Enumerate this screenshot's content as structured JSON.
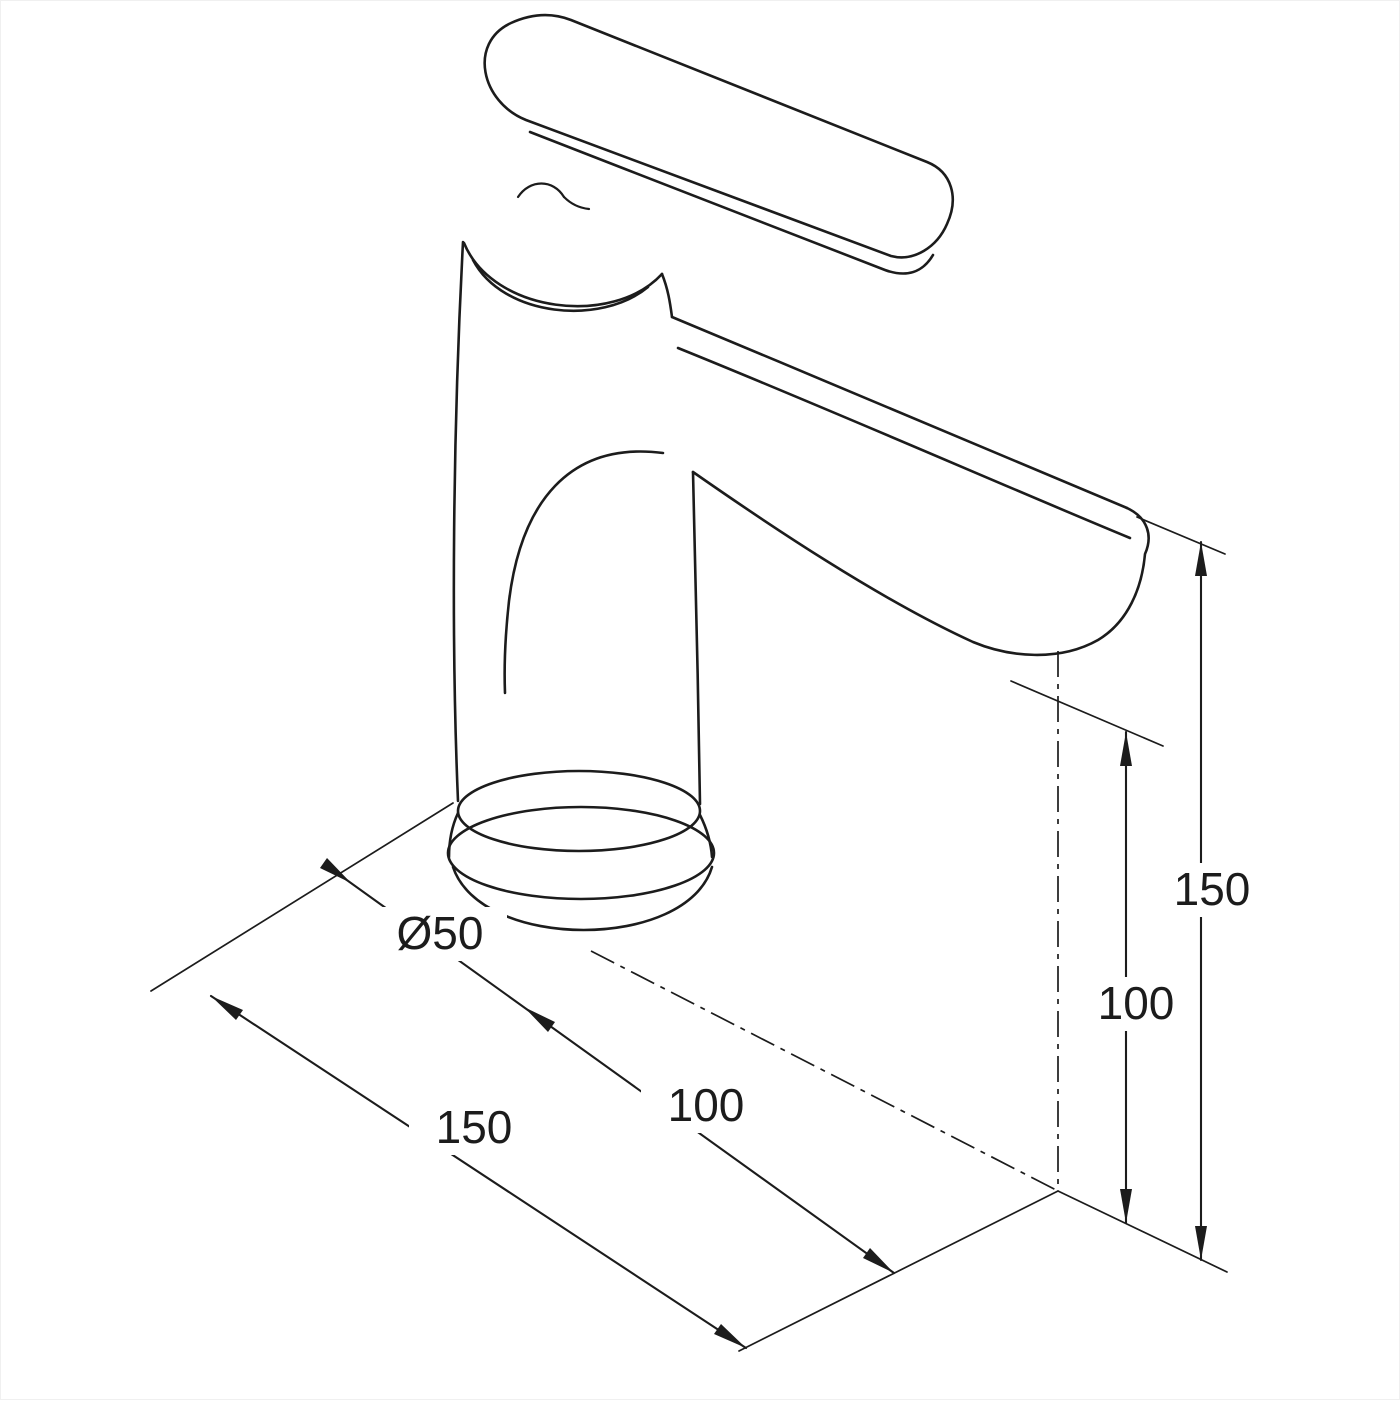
{
  "colors": {
    "line": "#1c1c1c",
    "background": "#ffffff"
  },
  "dimensions": {
    "base_diameter": "Ø50",
    "projection_center": "100",
    "projection_total": "150",
    "height_outlet": "100",
    "height_total": "150"
  }
}
